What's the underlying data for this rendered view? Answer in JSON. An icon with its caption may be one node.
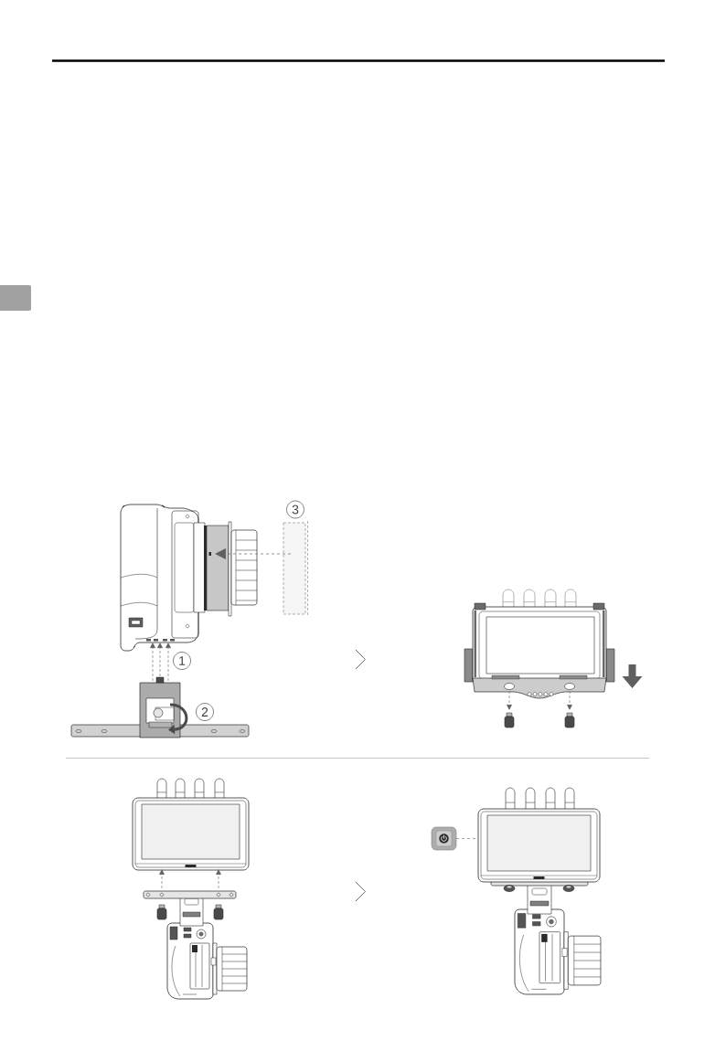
{
  "diagram": {
    "nodes": [
      {
        "text": [],
        "shape": "picture"
      },
      {
        "text": [],
        "shape": "picture"
      }
    ],
    "edges": [
      {
        "from": 0,
        "to": 1,
        "arrow": "none",
        "style": "dashed"
      }
    ],
    "labels": [
      "3",
      "1",
      "2"
    ]
  }
}
